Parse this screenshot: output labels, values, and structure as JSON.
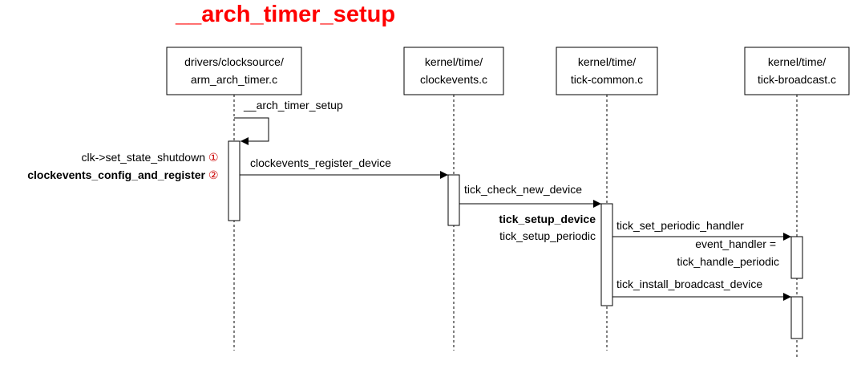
{
  "title": "__arch_timer_setup",
  "colors": {
    "title": "#ff0000",
    "marker": "#cc0000"
  },
  "participants": [
    {
      "line1": "drivers/clocksource/",
      "line2": "arm_arch_timer.c"
    },
    {
      "line1": "kernel/time/",
      "line2": "clockevents.c"
    },
    {
      "line1": "kernel/time/",
      "line2": "tick-common.c"
    },
    {
      "line1": "kernel/time/",
      "line2": "tick-broadcast.c"
    }
  ],
  "messages": {
    "self_call": "__arch_timer_setup",
    "register_device": "clockevents_register_device",
    "check_new_device": "tick_check_new_device",
    "set_periodic_handler": "tick_set_periodic_handler",
    "install_broadcast_device": "tick_install_broadcast_device"
  },
  "notes": {
    "shutdown": "clk->set_state_shutdown",
    "shutdown_marker": "①",
    "config_register": "clockevents_config_and_register",
    "config_register_marker": "②",
    "setup_device": "tick_setup_device",
    "setup_periodic": "tick_setup_periodic",
    "event_handler_1": "event_handler =",
    "event_handler_2": "tick_handle_periodic"
  }
}
